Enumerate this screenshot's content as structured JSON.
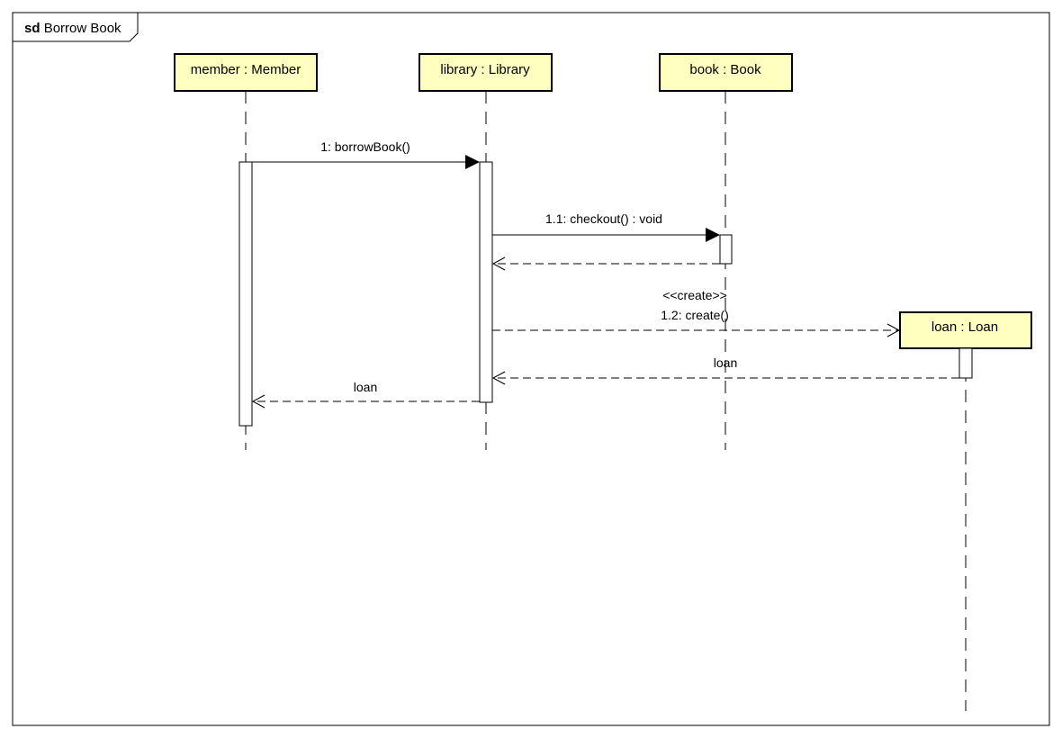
{
  "frame": {
    "keyword": "sd",
    "name": "Borrow Book"
  },
  "lifelines": [
    {
      "id": "member",
      "label": "member : Member"
    },
    {
      "id": "library",
      "label": "library : Library"
    },
    {
      "id": "book",
      "label": "book : Book"
    },
    {
      "id": "loan",
      "label": "loan : Loan"
    }
  ],
  "messages": [
    {
      "id": "m1",
      "label": "1: borrowBook()",
      "kind": "synchronous"
    },
    {
      "id": "m1_1",
      "label": "1.1: checkout() : void",
      "kind": "synchronous"
    },
    {
      "id": "m1_1r",
      "label": "",
      "kind": "reply"
    },
    {
      "id": "m1_2",
      "stereotype": "<<create>>",
      "label": "1.2: create()",
      "kind": "create"
    },
    {
      "id": "m1_2r",
      "label": "loan",
      "kind": "reply"
    },
    {
      "id": "m1r",
      "label": "loan",
      "kind": "reply"
    }
  ]
}
